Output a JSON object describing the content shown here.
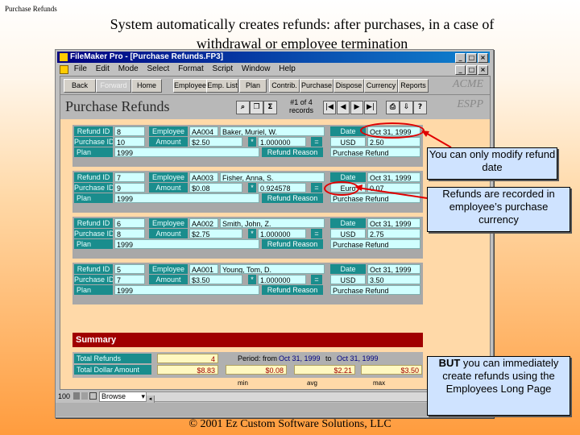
{
  "corner_label": "Purchase Refunds",
  "heading": "System automatically creates refunds: after purchases, in a case of withdrawal or employee termination",
  "footer": "© 2001 Ez Custom Software Solutions, LLC",
  "window": {
    "title": "FileMaker Pro - [Purchase Refunds.FP3]",
    "menu": [
      "File",
      "Edit",
      "Mode",
      "Select",
      "Format",
      "Script",
      "Window",
      "Help"
    ]
  },
  "nav": {
    "buttons": [
      "Back",
      "Forward",
      "Home",
      "Employee",
      "Emp. List",
      "Plan",
      "Contrib.",
      "Purchase",
      "Dispose",
      "Currency",
      "Reports"
    ],
    "brand_top": "ACME",
    "brand_bottom": "ESPP"
  },
  "form": {
    "title": "Purchase Refunds",
    "record_info": "#1 of 4 records",
    "record_current": "#1 of 4",
    "record_word": "records"
  },
  "labels": {
    "refund_id": "Refund ID",
    "employee": "Employee",
    "date": "Date",
    "purchase_id": "Purchase ID",
    "amount": "Amount",
    "times": "*",
    "equals": "=",
    "plan": "Plan",
    "refund_reason": "Refund Reason"
  },
  "records": [
    {
      "refund_id": "8",
      "emp_id": "AA004",
      "emp_name": "Baker, Muriel, W.",
      "date": "Oct 31, 1999",
      "purchase_id": "10",
      "amount": "$2.50",
      "rate": "1.000000",
      "currency": "USD",
      "converted": "2.50",
      "plan": "1999",
      "reason": "Purchase Refund"
    },
    {
      "refund_id": "7",
      "emp_id": "AA003",
      "emp_name": "Fisher, Anna, S.",
      "date": "Oct 31, 1999",
      "purchase_id": "9",
      "amount": "$0.08",
      "rate": "0.924578",
      "currency": "Euro",
      "converted": "0.07",
      "plan": "1999",
      "reason": "Purchase Refund"
    },
    {
      "refund_id": "6",
      "emp_id": "AA002",
      "emp_name": "Smith, John, Z.",
      "date": "Oct 31, 1999",
      "purchase_id": "8",
      "amount": "$2.75",
      "rate": "1.000000",
      "currency": "USD",
      "converted": "2.75",
      "plan": "1999",
      "reason": "Purchase Refund"
    },
    {
      "refund_id": "5",
      "emp_id": "AA001",
      "emp_name": "Young, Tom, D.",
      "date": "Oct 31, 1999",
      "purchase_id": "7",
      "amount": "$3.50",
      "rate": "1.000000",
      "currency": "USD",
      "converted": "3.50",
      "plan": "1999",
      "reason": "Purchase Refund"
    }
  ],
  "summary": {
    "title": "Summary",
    "total_refunds_label": "Total Refunds",
    "total_refunds": "4",
    "period_from_label": "Period: from",
    "period_from": "Oct 31, 1999",
    "to_label": "to",
    "period_to": "Oct 31, 1999",
    "total_dollar_label": "Total Dollar Amount",
    "total_dollar": "$8.83",
    "min": "$0.08",
    "avg": "$2.21",
    "max": "$3.50",
    "min_label": "min",
    "avg_label": "avg",
    "max_label": "max"
  },
  "status": {
    "zoom": "100",
    "mode": "Browse"
  },
  "callouts": {
    "modify": "You can only modify refund date",
    "currency": "Refunds are recorded in employee’s purchase currency",
    "but_bold": "BUT",
    "but_rest": "you can immediately create refunds using the Employees Long Page"
  },
  "colors": {
    "label_teal": "#1a8d8d",
    "value_cyan": "#d0ffff",
    "summary_red": "#a00000",
    "callout_blue": "#cfe3ff",
    "highlight_red": "#e00000"
  }
}
